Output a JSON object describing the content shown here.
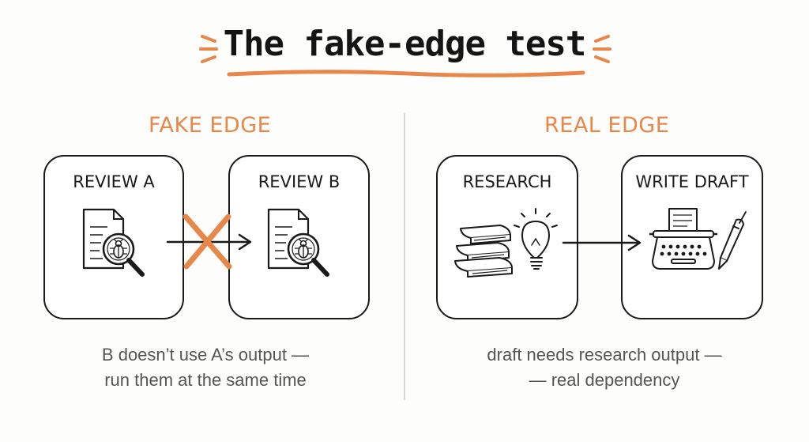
{
  "title": "The fake-edge test",
  "colors": {
    "accent": "#e8874a",
    "ink": "#1a1a1a",
    "caption": "#555555",
    "divider": "#d8d8d8"
  },
  "left": {
    "heading": "FAKE EDGE",
    "box_a": {
      "label": "REVIEW A",
      "icon": "document-magnifier-bug-icon"
    },
    "box_b": {
      "label": "REVIEW B",
      "icon": "document-magnifier-bug-icon"
    },
    "edge_marker": "cross-out-x-icon",
    "caption_line1": "B doesn’t use A’s output —",
    "caption_line2": "run them at the same time"
  },
  "right": {
    "heading": "REAL EDGE",
    "box_a": {
      "label": "RESEARCH",
      "icons": [
        "books-stack-icon",
        "lightbulb-icon"
      ]
    },
    "box_b": {
      "label": "WRITE DRAFT",
      "icons": [
        "typewriter-icon",
        "pen-icon"
      ]
    },
    "caption_line1": "draft needs research output —",
    "caption_line2": "— real dependency"
  }
}
